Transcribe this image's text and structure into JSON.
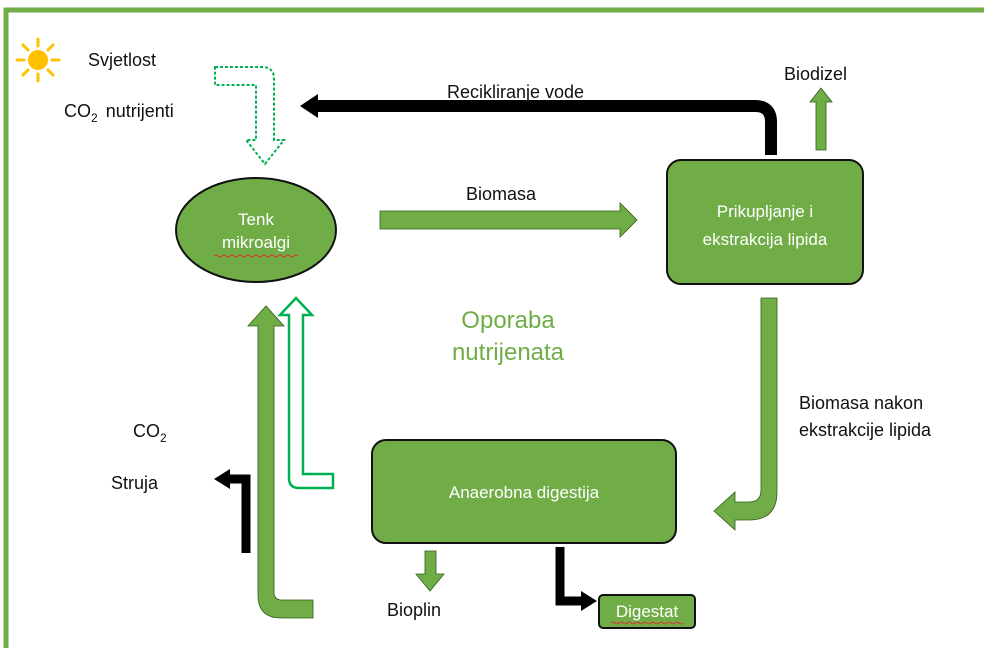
{
  "colors": {
    "green": "#70ad47",
    "green_dark": "#2f5b19",
    "bright_green": "#00b050",
    "black": "#000000",
    "sun": "#ffc000",
    "border_green": "#70ad47",
    "spellcheck_red": "#e03030"
  },
  "inputs": {
    "light": "Svjetlost",
    "co2_nutrients_prefix": "CO",
    "co2_nutrients_sub": "2",
    "co2_nutrients_suffix": "nutrijenti"
  },
  "nodes": {
    "tank_line1": "Tenk",
    "tank_line2": "mikroalgi",
    "collection_line1": "Prikupljanje i",
    "collection_line2": "ekstrakcija lipida",
    "digestion": "Anaerobna digestija",
    "digestate": "Digestat"
  },
  "flows": {
    "water_recycling": "Recikliranje vode",
    "biodiesel": "Biodizel",
    "biomass": "Biomasa",
    "residual_biomass_line1": "Biomasa nakon",
    "residual_biomass_line2": "ekstrakcije lipida",
    "biogas": "Bioplin",
    "co2_prefix": "CO",
    "co2_sub": "2",
    "electricity": "Struja"
  },
  "center": {
    "line1": "Oporaba",
    "line2": "nutrijenata"
  },
  "icons": {
    "sun": "sun-icon"
  }
}
